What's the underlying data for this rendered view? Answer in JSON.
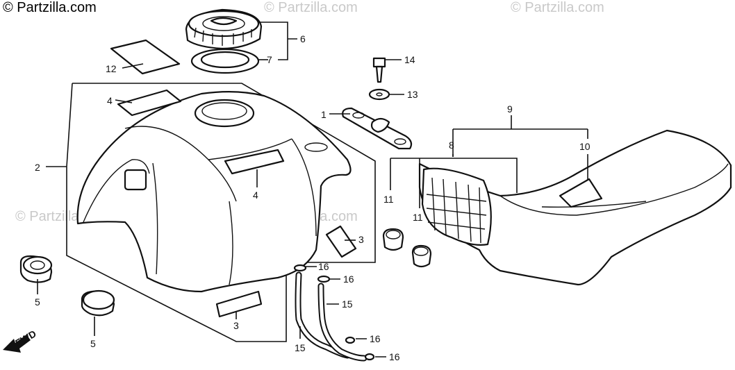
{
  "watermarks": {
    "primary": "© Partzilla.com",
    "faded": "© Partzilla.com"
  },
  "direction_label": "FWD",
  "callouts": {
    "c1": "1",
    "c2": "2",
    "c3a": "3",
    "c3b": "3",
    "c4a": "4",
    "c4b": "4",
    "c5a": "5",
    "c5b": "5",
    "c6": "6",
    "c7": "7",
    "c8": "8",
    "c9": "9",
    "c10": "10",
    "c11a": "11",
    "c11b": "11",
    "c12": "12",
    "c13": "13",
    "c14": "14",
    "c15a": "15",
    "c15b": "15",
    "c16a": "16",
    "c16b": "16",
    "c16c": "16",
    "c16d": "16"
  }
}
